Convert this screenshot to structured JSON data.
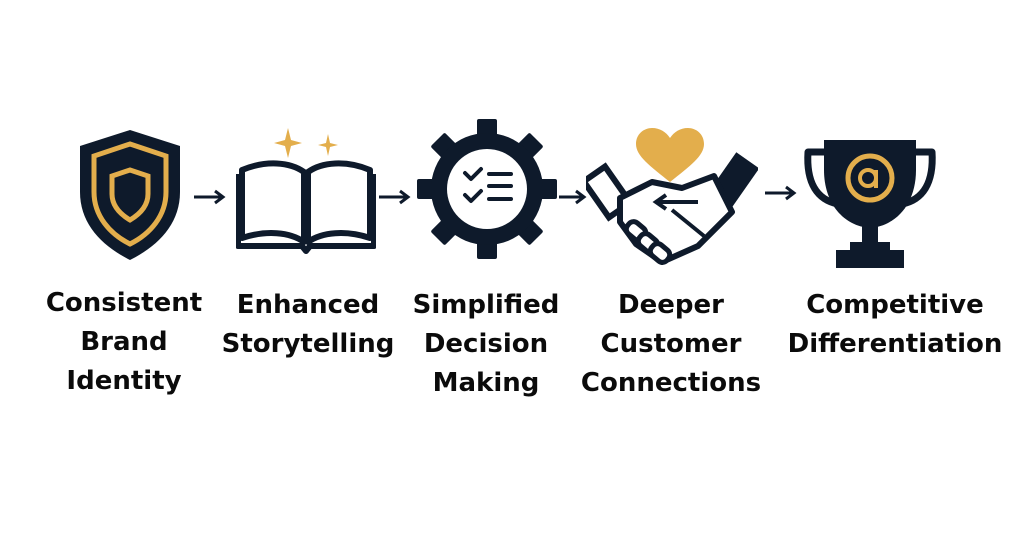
{
  "colors": {
    "navy": "#0e1a2b",
    "gold": "#e3ae4c",
    "text": "#0b0b0b",
    "background": "#ffffff"
  },
  "steps": [
    {
      "icon": "shield-icon",
      "lines": [
        "Consistent",
        "Brand",
        "Identity"
      ]
    },
    {
      "icon": "open-book-icon",
      "lines": [
        "Enhanced",
        "Storytelling"
      ]
    },
    {
      "icon": "gear-checklist-icon",
      "lines": [
        "Simplified",
        "Decision",
        "Making"
      ]
    },
    {
      "icon": "handshake-heart-icon",
      "lines": [
        "Deeper",
        "Customer",
        "Connections"
      ]
    },
    {
      "icon": "trophy-icon",
      "lines": [
        "Competitive",
        "Differentiation"
      ]
    }
  ],
  "connector": "right-arrow-icon"
}
